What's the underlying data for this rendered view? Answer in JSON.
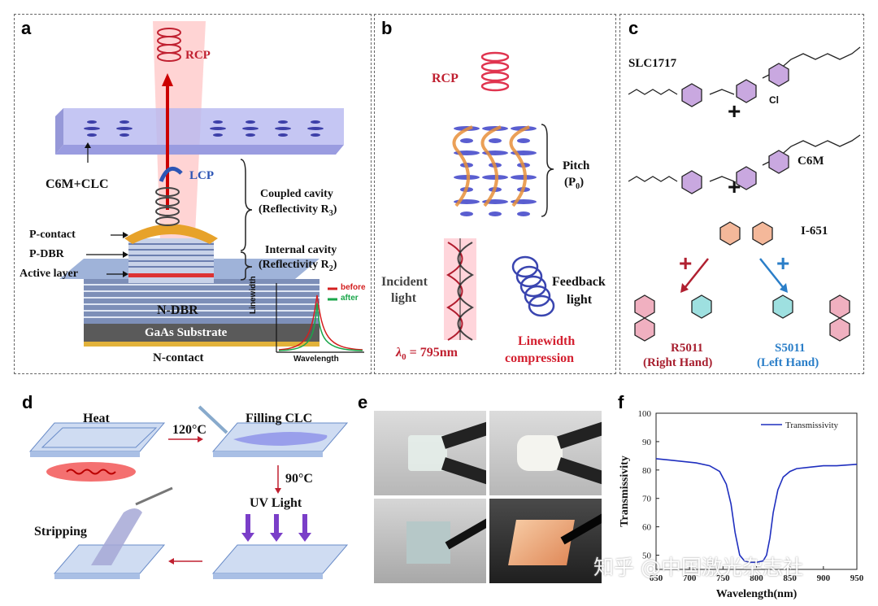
{
  "panel_a": {
    "label": "a",
    "rcp": "RCP",
    "lcp": "LCP",
    "c6m_clc": "C6M+CLC",
    "coupled_cavity": "Coupled cavity",
    "coupled_reflectivity": "(Reflectivity R",
    "coupled_sub": "3",
    "internal_cavity": "Internal cavity",
    "internal_reflectivity": "(Reflectivity R",
    "internal_sub": "2",
    "p_contact": "P-contact",
    "p_dbr": "P-DBR",
    "active_layer": "Active layer",
    "n_dbr": "N-DBR",
    "gaas": "GaAs Substrate",
    "n_contact": "N-contact",
    "inset_ylabel": "Linewidth",
    "inset_xlabel": "Wavelength",
    "legend_before": "before",
    "legend_after": "after"
  },
  "panel_b": {
    "label": "b",
    "rcp": "RCP",
    "pitch": "Pitch",
    "pitch_sym": "(P",
    "pitch_sub": "0",
    "incident": "Incident",
    "light": "light",
    "feedback": "Feedback",
    "feedback_light": "light",
    "lambda": "λ",
    "lambda_sub": "0",
    "lambda_val": "= 795nm",
    "compression1": "Linewidth",
    "compression2": "compression"
  },
  "panel_c": {
    "label": "c",
    "slc": "SLC1717",
    "cl": "Cl",
    "c6m": "C6M",
    "i651": "I-651",
    "r5011": "R5011",
    "right_hand": "(Right Hand)",
    "s5011": "S5011",
    "left_hand": "(Left Hand)",
    "plus": "+"
  },
  "panel_d": {
    "label": "d",
    "heat": "Heat",
    "t120": "120°C",
    "filling": "Filling CLC",
    "t90": "90°C",
    "uv": "UV Light",
    "stripping": "Stripping"
  },
  "panel_e": {
    "label": "e"
  },
  "panel_f": {
    "label": "f"
  },
  "watermark": "知乎 @中国激光杂志社",
  "chart_data": {
    "type": "line",
    "xlabel": "Wavelength(nm)",
    "ylabel": "Transmissivity",
    "xlim": [
      650,
      950
    ],
    "ylim": [
      45,
      100
    ],
    "xticks": [
      650,
      700,
      750,
      800,
      850,
      900,
      950
    ],
    "yticks": [
      50,
      60,
      70,
      80,
      90,
      100
    ],
    "legend": "top-right",
    "series": [
      {
        "name": "Transmissivity",
        "color": "#1f2fbf",
        "x": [
          650,
          670,
          690,
          710,
          730,
          745,
          755,
          762,
          768,
          775,
          782,
          790,
          800,
          810,
          815,
          820,
          825,
          832,
          840,
          850,
          860,
          880,
          900,
          920,
          950
        ],
        "y": [
          84,
          83.5,
          83,
          82.5,
          81.5,
          79.5,
          75,
          68,
          58,
          50,
          48,
          47.5,
          47.5,
          48,
          50,
          56,
          65,
          73,
          77.5,
          79.5,
          80.5,
          81,
          81.5,
          81.5,
          82
        ]
      }
    ]
  }
}
